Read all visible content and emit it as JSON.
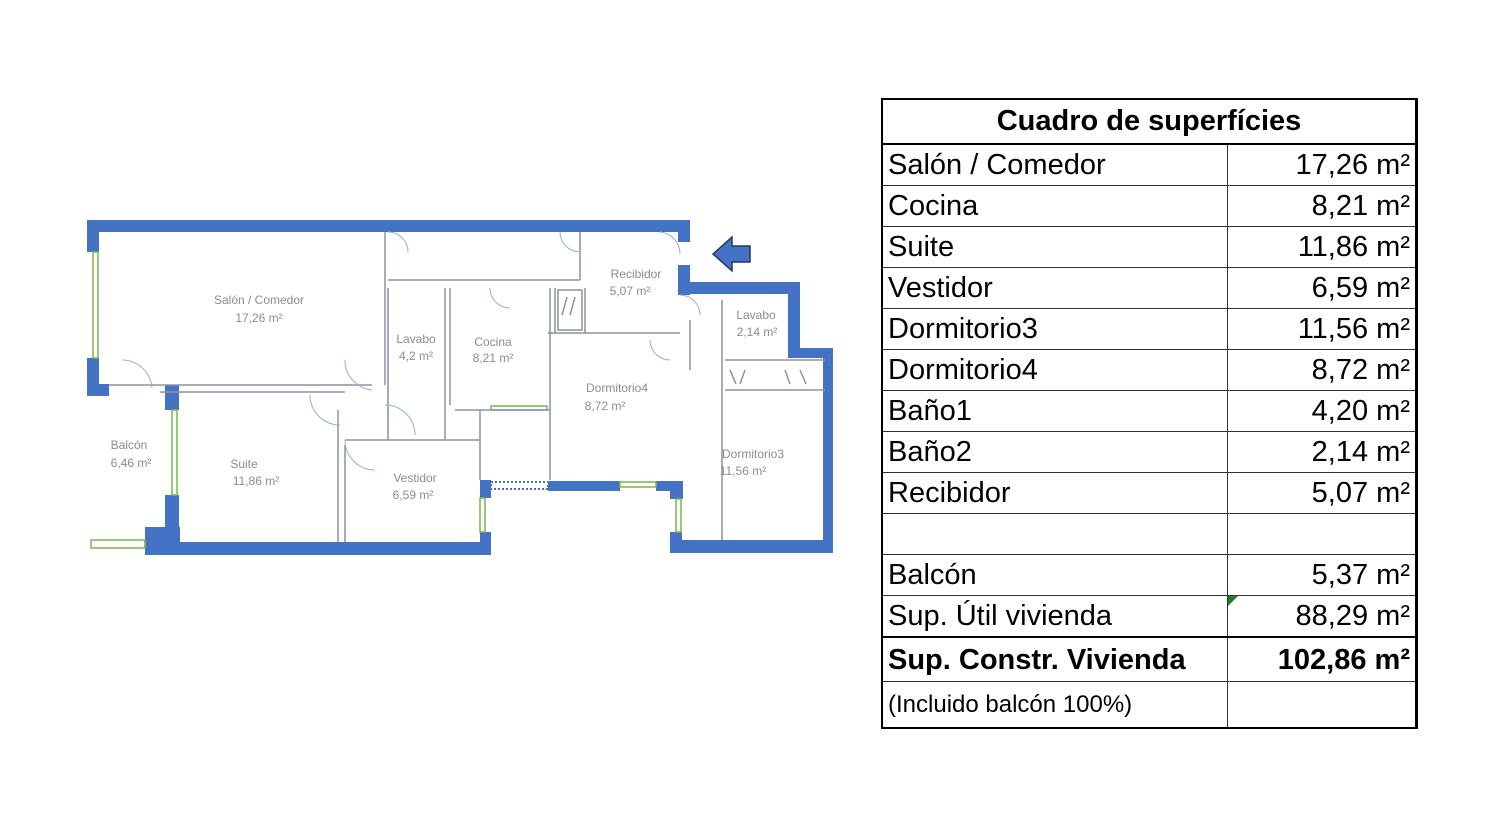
{
  "floor_plan": {
    "rooms": [
      {
        "name": "Salón / Comedor",
        "area": "17,26 m²"
      },
      {
        "name": "Lavabo",
        "area": "4,2 m²"
      },
      {
        "name": "Cocina",
        "area": "8,21 m²"
      },
      {
        "name": "Recibidor",
        "area": "5,07 m²"
      },
      {
        "name": "Lavabo",
        "area": "2,14 m²"
      },
      {
        "name": "Dormitorio4",
        "area": "8,72 m²"
      },
      {
        "name": "Dormitorio3",
        "area": "11,56 m²"
      },
      {
        "name": "Balcón",
        "area": "6,46 m²"
      },
      {
        "name": "Suite",
        "area": "11,86 m²"
      },
      {
        "name": "Vestidor",
        "area": "6,59 m²"
      }
    ],
    "entrance_icon": "arrow-left-icon",
    "wall_color": "#4472C4"
  },
  "table": {
    "title": "Cuadro de superfícies",
    "rows": [
      {
        "label": "Salón / Comedor",
        "value": "17,26 m²"
      },
      {
        "label": "Cocina",
        "value": "8,21 m²"
      },
      {
        "label": "Suite",
        "value": "11,86 m²"
      },
      {
        "label": "Vestidor",
        "value": "6,59 m²"
      },
      {
        "label": "Dormitorio3",
        "value": "11,56 m²"
      },
      {
        "label": "Dormitorio4",
        "value": "8,72 m²"
      },
      {
        "label": "Baño1",
        "value": "4,20 m²"
      },
      {
        "label": "Baño2",
        "value": "2,14 m²"
      },
      {
        "label": "Recibidor",
        "value": "5,07 m²"
      },
      {
        "label": "Balcón",
        "value": "5,37 m²"
      },
      {
        "label": "Sup. Útil vivienda",
        "value": "88,29 m²"
      },
      {
        "label": "Sup. Constr. Vivienda",
        "value": "102,86 m²"
      }
    ],
    "note": "(Incluido balcón 100%)"
  }
}
